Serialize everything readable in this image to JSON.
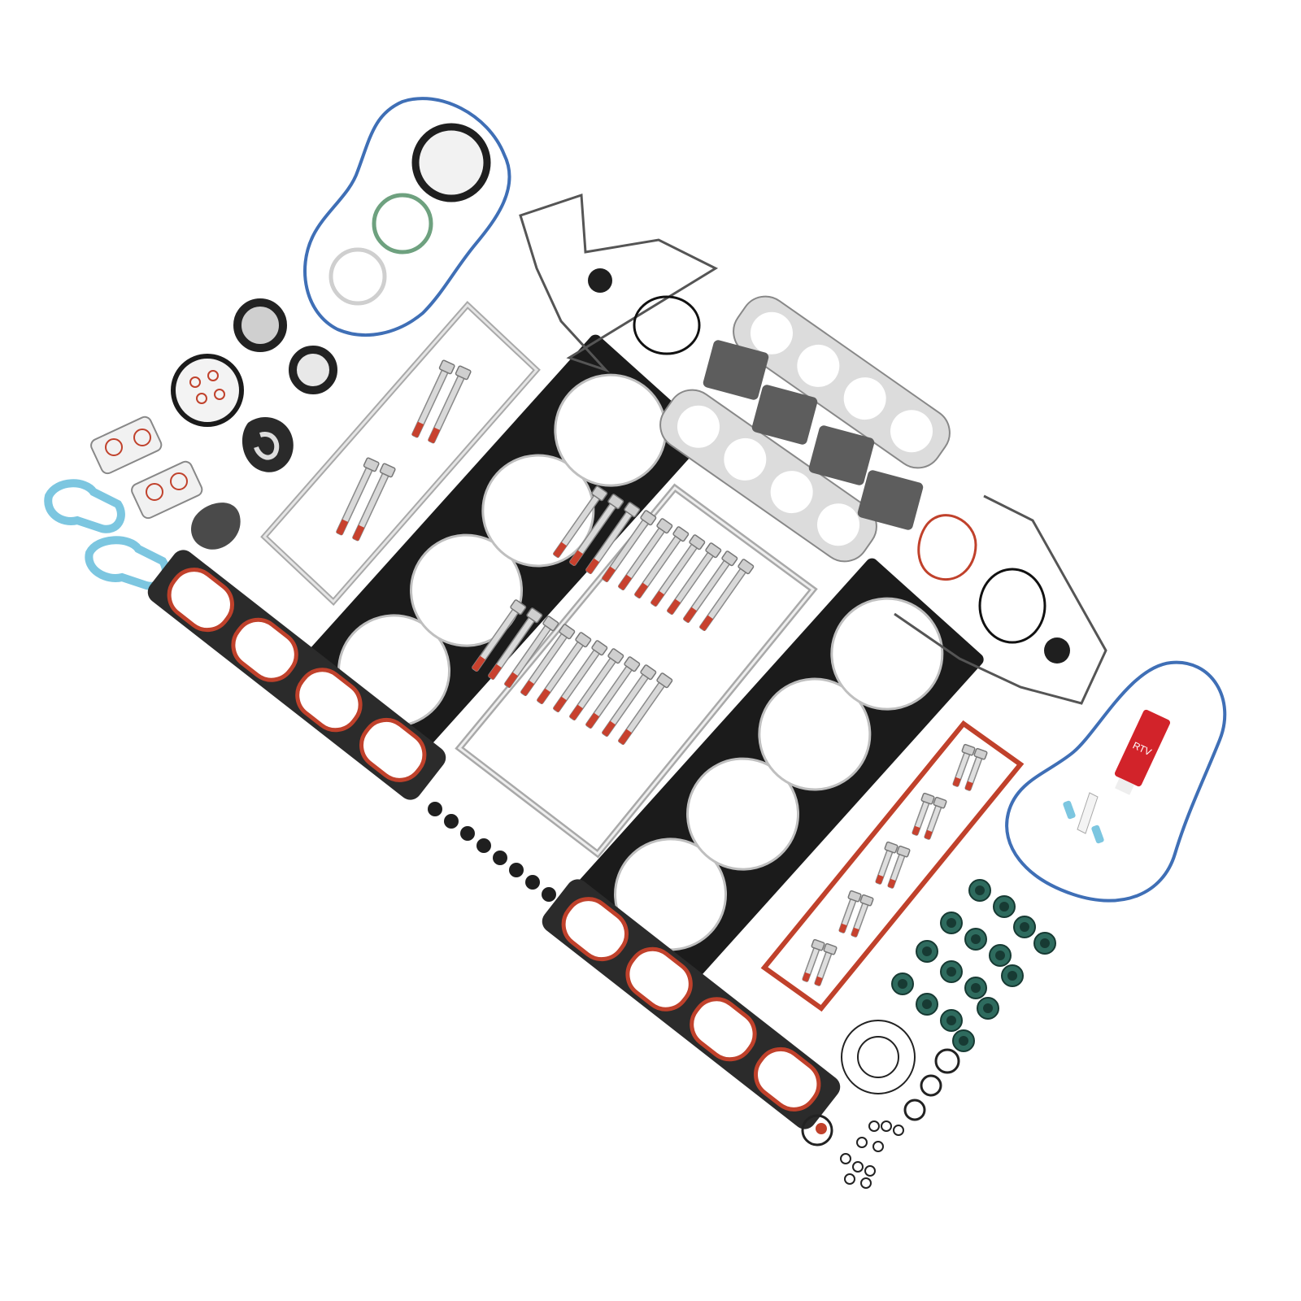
{
  "scene": {
    "background": "#ffffff",
    "subject": "engine-gasket-kit",
    "colors": {
      "steel": "#e4e4e4",
      "steel_edge": "#8a8a8a",
      "black_gasket": "#1b1b1b",
      "graphite": "#5d5d5d",
      "blue_seal": "#3f6fb6",
      "red_seal": "#c0412b",
      "light_blue": "#7cc6e0",
      "rubber_dark": "#1f1f1f",
      "bolt": "#d4d4d4",
      "bolt_tip": "#c8412e",
      "sealant_tube": "#d2232a"
    },
    "counts": {
      "head_gaskets": 2,
      "valve_cover_gaskets": 3,
      "intake_gaskets": 2,
      "exhaust_gaskets": 2,
      "valve_stem_seals": 16,
      "head_bolts_long": 20,
      "small_o_rings": 10
    },
    "sealant_label": "RTV"
  }
}
